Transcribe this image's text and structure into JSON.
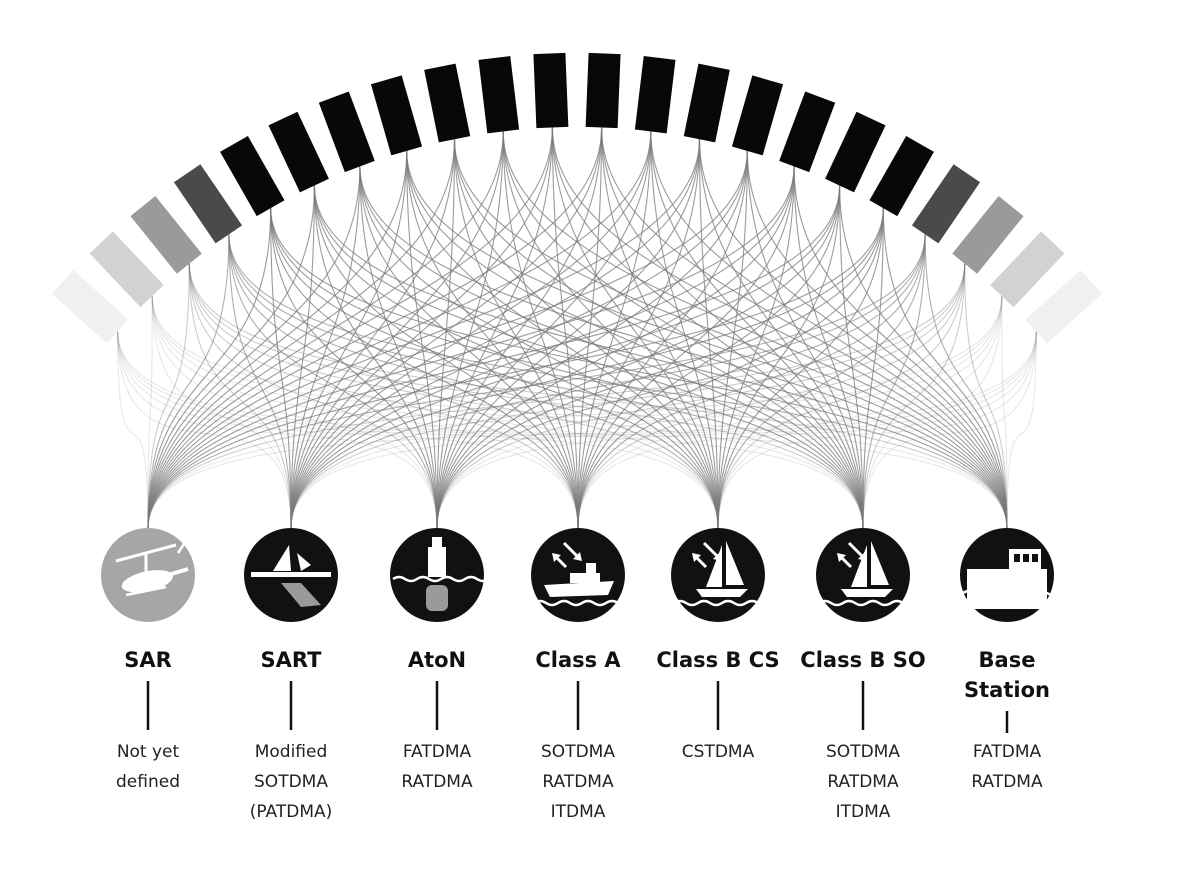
{
  "stations": [
    {
      "id": "sar",
      "name_lines": [
        "SAR"
      ],
      "access_lines": [
        "Not yet",
        "defined"
      ],
      "icon": "helicopter-icon",
      "disc_color": "#a6a6a6"
    },
    {
      "id": "sart",
      "name_lines": [
        "SART"
      ],
      "access_lines": [
        "Modified",
        "SOTDMA",
        "(PATDMA)"
      ],
      "icon": "sinking-boat-icon",
      "disc_color": "#111111"
    },
    {
      "id": "aton",
      "name_lines": [
        "AtoN"
      ],
      "access_lines": [
        "FATDMA",
        "RATDMA"
      ],
      "icon": "buoy-icon",
      "disc_color": "#111111"
    },
    {
      "id": "class-a",
      "name_lines": [
        "Class A"
      ],
      "access_lines": [
        "SOTDMA",
        "RATDMA",
        "ITDMA"
      ],
      "icon": "ship-icon",
      "disc_color": "#111111"
    },
    {
      "id": "class-b-cs",
      "name_lines": [
        "Class B CS"
      ],
      "access_lines": [
        "CSTDMA"
      ],
      "icon": "sailboat-icon",
      "disc_color": "#111111"
    },
    {
      "id": "class-b-so",
      "name_lines": [
        "Class B SO"
      ],
      "access_lines": [
        "SOTDMA",
        "RATDMA",
        "ITDMA"
      ],
      "icon": "sailboat-icon",
      "disc_color": "#111111"
    },
    {
      "id": "base-station",
      "name_lines": [
        "Base",
        "Station"
      ],
      "access_lines": [
        "FATDMA",
        "RATDMA"
      ],
      "icon": "base-station-icon",
      "disc_color": "#111111"
    }
  ],
  "slot_colors": [
    "#f0f0f0",
    "#d2d2d2",
    "#9a9a9a",
    "#4a4a4a",
    "#080808",
    "#080808",
    "#080808",
    "#080808",
    "#080808",
    "#080808",
    "#080808",
    "#080808",
    "#080808",
    "#080808",
    "#080808",
    "#080808",
    "#080808",
    "#080808",
    "#4a4a4a",
    "#9a9a9a",
    "#d2d2d2",
    "#f0f0f0"
  ],
  "colors": {
    "link": "#7a7a7a",
    "ink": "#111111",
    "slot_dark": "#080808"
  }
}
